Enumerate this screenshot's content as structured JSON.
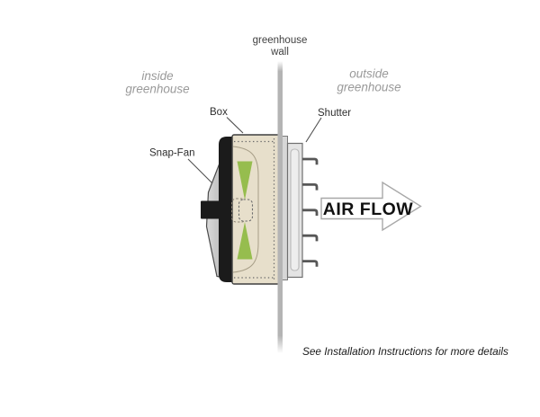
{
  "diagram": {
    "labels": {
      "wall_line1": "greenhouse",
      "wall_line2": "wall",
      "inside_line1": "inside",
      "inside_line2": "greenhouse",
      "outside_line1": "outside",
      "outside_line2": "greenhouse",
      "box": "Box",
      "shutter": "Shutter",
      "snap_fan": "Snap-Fan",
      "air_flow": "AIR FLOW",
      "footnote": "See Installation Instructions for more details"
    },
    "colors": {
      "blade_green": "#96bd4e",
      "box_beige": "#e7dfcb",
      "wall_gray": "#b4b4b4",
      "housing_black": "#1b1b1b",
      "shutter_gray": "#e4e4e4",
      "plate_gray": "#d7d7d7",
      "muted_label_gray": "#9a9a9a",
      "dark_label_gray": "#3f3f3f",
      "arrow_outline_gray": "#a8a8a8",
      "louver_gray": "#575757"
    }
  }
}
